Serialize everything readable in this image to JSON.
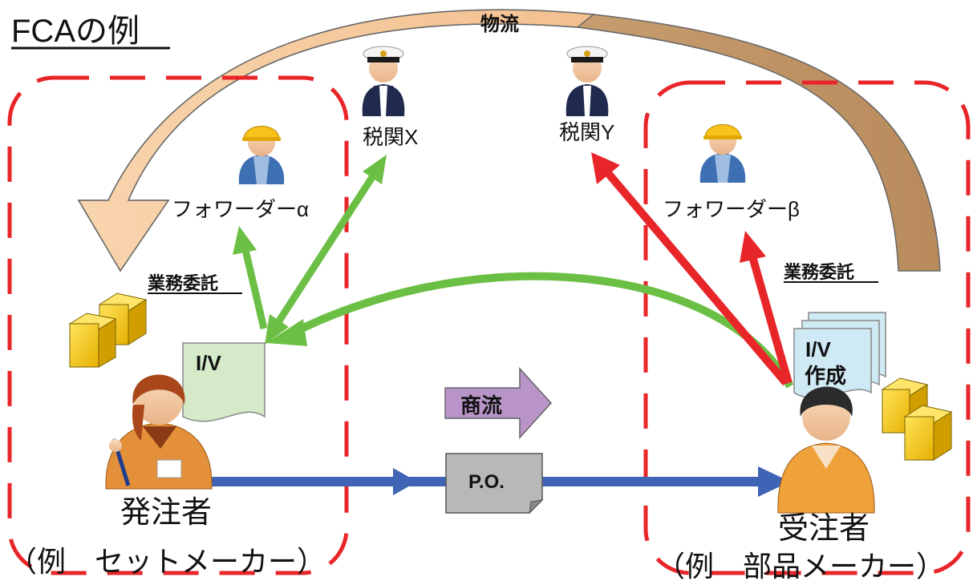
{
  "title": "FCAの例",
  "logistics_label": "物流",
  "commerce_label": "商流",
  "customs_x": "税関X",
  "customs_y": "税関Y",
  "forwarder_alpha": "フォワーダーα",
  "forwarder_beta": "フォワーダーβ",
  "outsourcing_left": "業務委託",
  "outsourcing_right": "業務委託",
  "invoice_left": "I/V",
  "invoice_right_line1": "I/V",
  "invoice_right_line2": "作成",
  "po_label": "P.O.",
  "buyer_label": "発注者",
  "buyer_example": "（例　セットメーカー）",
  "seller_label": "受注者",
  "seller_example": "（例　部品メーカー）",
  "colors": {
    "dashed_border": "#e8262a",
    "green_arrow": "#6cbf45",
    "red_arrow": "#e8262a",
    "blue_arrow": "#3f63b5",
    "commerce_arrow": "#b894c8",
    "logistics_left": "#f7cfa3",
    "logistics_right": "#c49a6c",
    "box_yellow": "#f2c417",
    "invoice_left": "#d4eac9",
    "invoice_right": "#cfe9f5",
    "po_doc": "#b8b8b8"
  },
  "icons": [
    "customs-officer-icon",
    "worker-icon",
    "buyer-person-icon",
    "seller-person-icon",
    "cargo-box-icon"
  ]
}
